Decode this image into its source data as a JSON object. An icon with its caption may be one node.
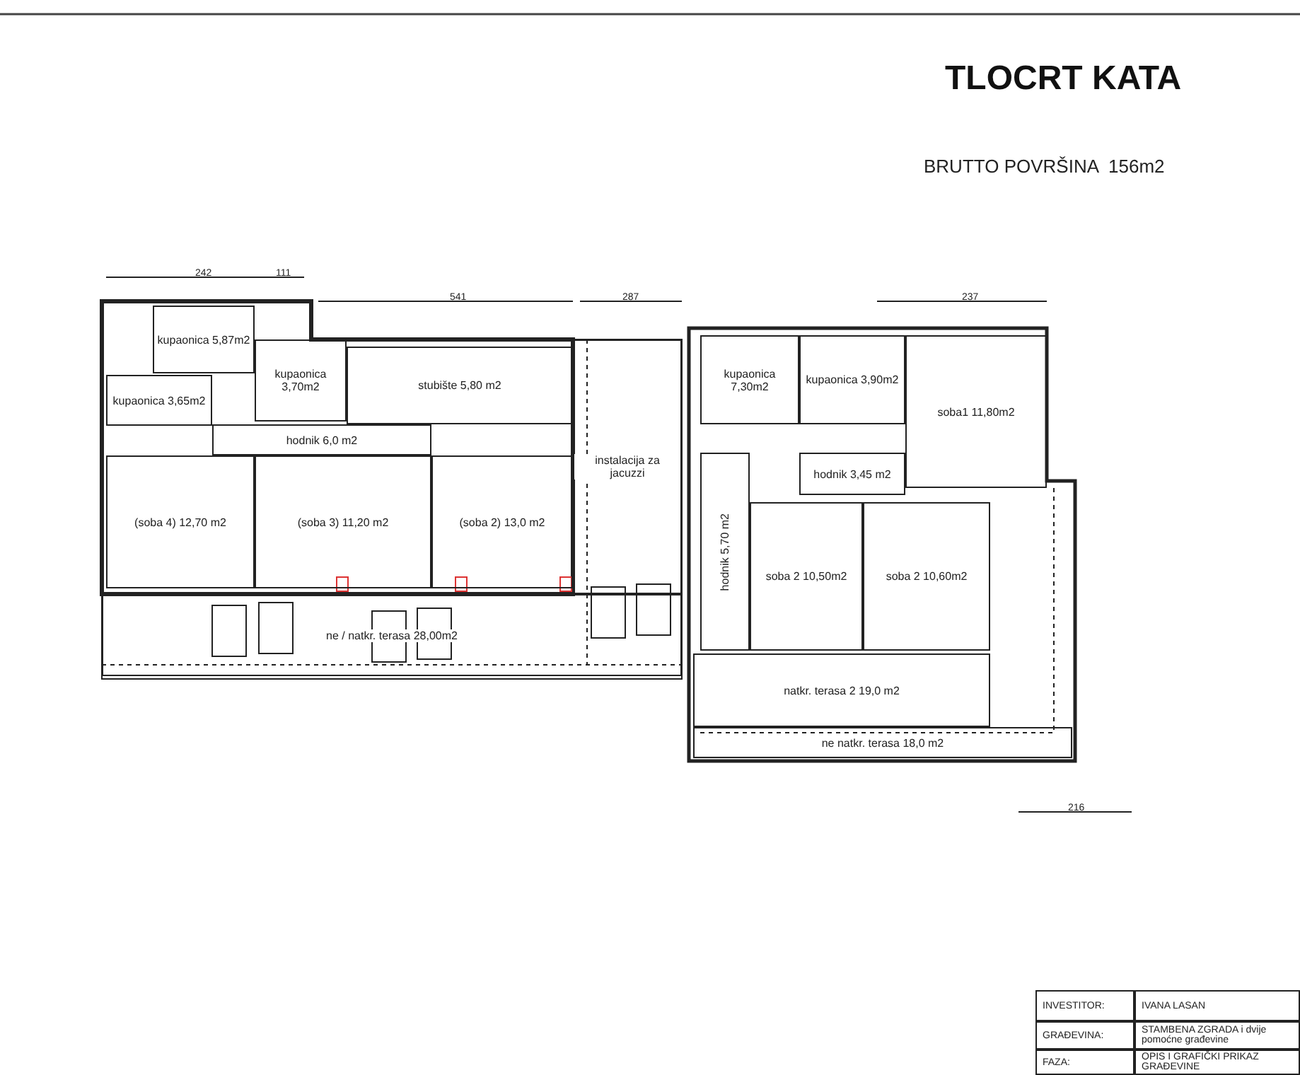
{
  "diagram": {
    "title": "TLOCRT KATA",
    "nodes": [
      {
        "text": [
          "kupaonica 5,87m2"
        ]
      },
      {
        "text": [
          "kupaonica 3,70m2"
        ]
      },
      {
        "text": [
          "kupaonica 3,65m2"
        ]
      },
      {
        "text": [
          "stubište 5,80 m2"
        ]
      },
      {
        "text": [
          "hodnik 6,0 m2"
        ]
      },
      {
        "text": [
          "(soba 4) 12,70 m2"
        ]
      },
      {
        "text": [
          "(soba 3) 11,20 m2"
        ]
      },
      {
        "text": [
          "(soba 2) 13,0 m2"
        ]
      },
      {
        "text": [
          "instalacija za jacuzzi"
        ]
      },
      {
        "text": [
          "ne / natkr. terasa 28,00m2"
        ]
      },
      {
        "text": [
          "kupaonica 7,30m2"
        ]
      },
      {
        "text": [
          "kupaonica 3,90m2"
        ]
      },
      {
        "text": [
          "soba1 11,80m2"
        ]
      },
      {
        "text": [
          "hodnik 5,70 m2"
        ]
      },
      {
        "text": [
          "hodnik 3,45 m2"
        ]
      },
      {
        "text": [
          "soba 2 10,50m2"
        ]
      },
      {
        "text": [
          "soba 2 10,60m2"
        ]
      },
      {
        "text": [
          "natkr. terasa 2 19,0 m2"
        ]
      },
      {
        "text": [
          "ne natkr. terasa 18,0 m2"
        ]
      }
    ],
    "labels": [
      "BRUTTO POVRŠINA  156m2",
      "242",
      "111",
      "541",
      "287",
      "237",
      "216",
      "INVESTITOR:",
      "IVANA LASAN",
      "GRAĐEVINA:",
      "STAMBENA ZGRADA i dvije pomoćne građevine",
      "FAZA:",
      "OPIS I GRAFIČKI PRIKAZ GRAĐEVINE"
    ]
  }
}
